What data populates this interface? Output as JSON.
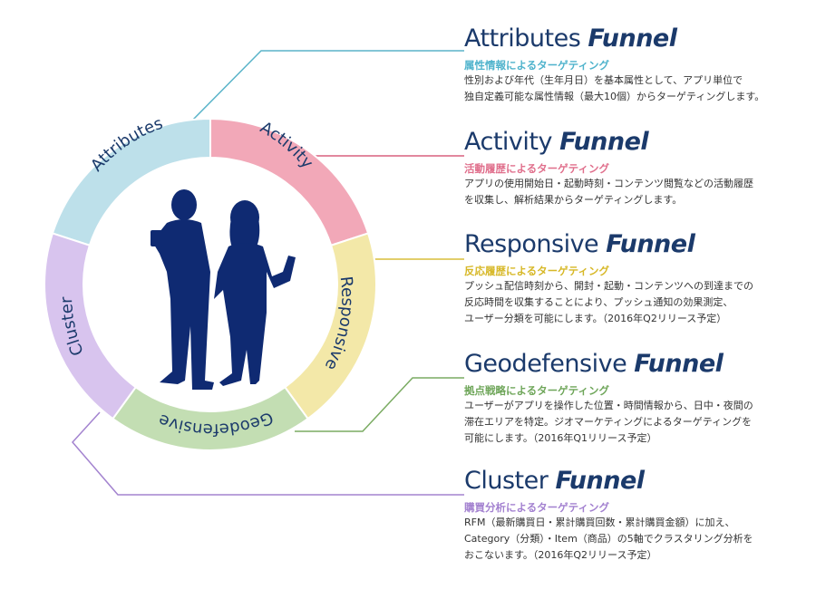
{
  "wheel": {
    "segments": [
      {
        "key": "attributes",
        "label": "Attributes",
        "color": "#bde0ea"
      },
      {
        "key": "activity",
        "label": "Activity",
        "color": "#f2a8b8"
      },
      {
        "key": "responsive",
        "label": "Responsive",
        "color": "#f3e8a8"
      },
      {
        "key": "geodefensive",
        "label": "Geodefensive",
        "color": "#c3deb3"
      },
      {
        "key": "cluster",
        "label": "Cluster",
        "color": "#d8c4ee"
      }
    ]
  },
  "funnels": [
    {
      "title": "Attributes",
      "title_suffix": "Funnel",
      "subtitle": "属性情報によるターゲティング",
      "subtitle_color": "#4fb3cc",
      "line_color": "#5ab4c9",
      "desc": [
        "性別および年代（生年月日）を基本属性として、アプリ単位で",
        "独自定義可能な属性情報（最大10個）からターゲティングします。"
      ]
    },
    {
      "title": "Activity",
      "title_suffix": "Funnel",
      "subtitle": "活動履歴によるターゲティング",
      "subtitle_color": "#e06f8c",
      "line_color": "#d9607f",
      "desc": [
        "アプリの使用開始日・起動時刻・コンテンツ閲覧などの活動履歴",
        "を収集し、解析結果からターゲティングします。"
      ]
    },
    {
      "title": "Responsive",
      "title_suffix": "Funnel",
      "subtitle": "反応履歴によるターゲティング",
      "subtitle_color": "#d7b827",
      "line_color": "#d8be3a",
      "desc": [
        "プッシュ配信時刻から、開封・起動・コンテンツへの到達までの",
        "反応時間を収集することにより、プッシュ通知の効果測定、",
        "ユーザー分類を可能にします。（2016年Q2リリース予定）"
      ]
    },
    {
      "title": "Geodefensive",
      "title_suffix": "Funnel",
      "subtitle": "拠点戦略によるターゲティング",
      "subtitle_color": "#6fa65a",
      "line_color": "#7aab62",
      "desc": [
        "ユーザーがアプリを操作した位置・時間情報から、日中・夜間の",
        "滞在エリアを特定。ジオマーケティングによるターゲティングを",
        "可能にします。（2016年Q1リリース予定）"
      ]
    },
    {
      "title": "Cluster",
      "title_suffix": "Funnel",
      "subtitle": "購買分析によるターゲティング",
      "subtitle_color": "#a381d0",
      "line_color": "#a383cf",
      "desc": [
        "RFM（最新購買日・累計購買回数・累計購買金額）に加え、",
        "Category（分類）・Item（商品）の5軸でクラスタリング分析を",
        "おこないます。（2016年Q2リリース予定）"
      ]
    }
  ]
}
